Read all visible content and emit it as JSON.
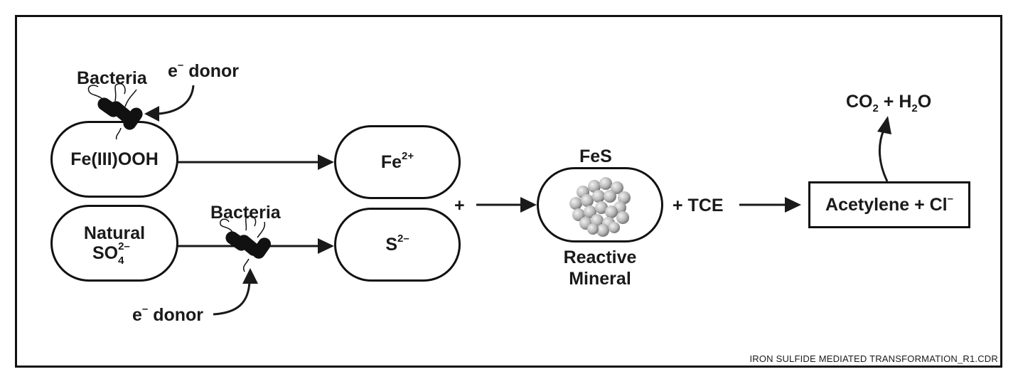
{
  "nodes": {
    "fe_ooh": "Fe(III)OOH",
    "natural": "Natural",
    "so4_base": "SO",
    "so4_sup": "2–",
    "so4_sub": "4",
    "fe2_base": "Fe",
    "fe2_sup": "2+",
    "s2_base": "S",
    "s2_sup": "2–",
    "product_base": "Acetylene + Cl",
    "product_sup": "–"
  },
  "labels": {
    "bacteria_top": "Bacteria",
    "bacteria_bottom": "Bacteria",
    "donor_top_e": "e",
    "donor_top_sup": "–",
    "donor_top_text": " donor",
    "donor_bottom_e": "e",
    "donor_bottom_sup": "–",
    "donor_bottom_text": " donor",
    "fes": "FeS",
    "reactive": "Reactive",
    "mineral": "Mineral",
    "plus": "+",
    "plus_tce": "+ TCE",
    "co2_a": "CO",
    "co2_sub": "2",
    "co2_b": " + H",
    "h2o_sub": "2",
    "h2o_b": "O"
  },
  "footer": "IRON SULFIDE MEDIATED TRANSFORMATION_R1.CDR",
  "colors": {
    "line": "#1a1a1a",
    "bacteria": "#111111",
    "sphere_light": "#e6e6e6",
    "sphere_dark": "#7a7a7a"
  }
}
